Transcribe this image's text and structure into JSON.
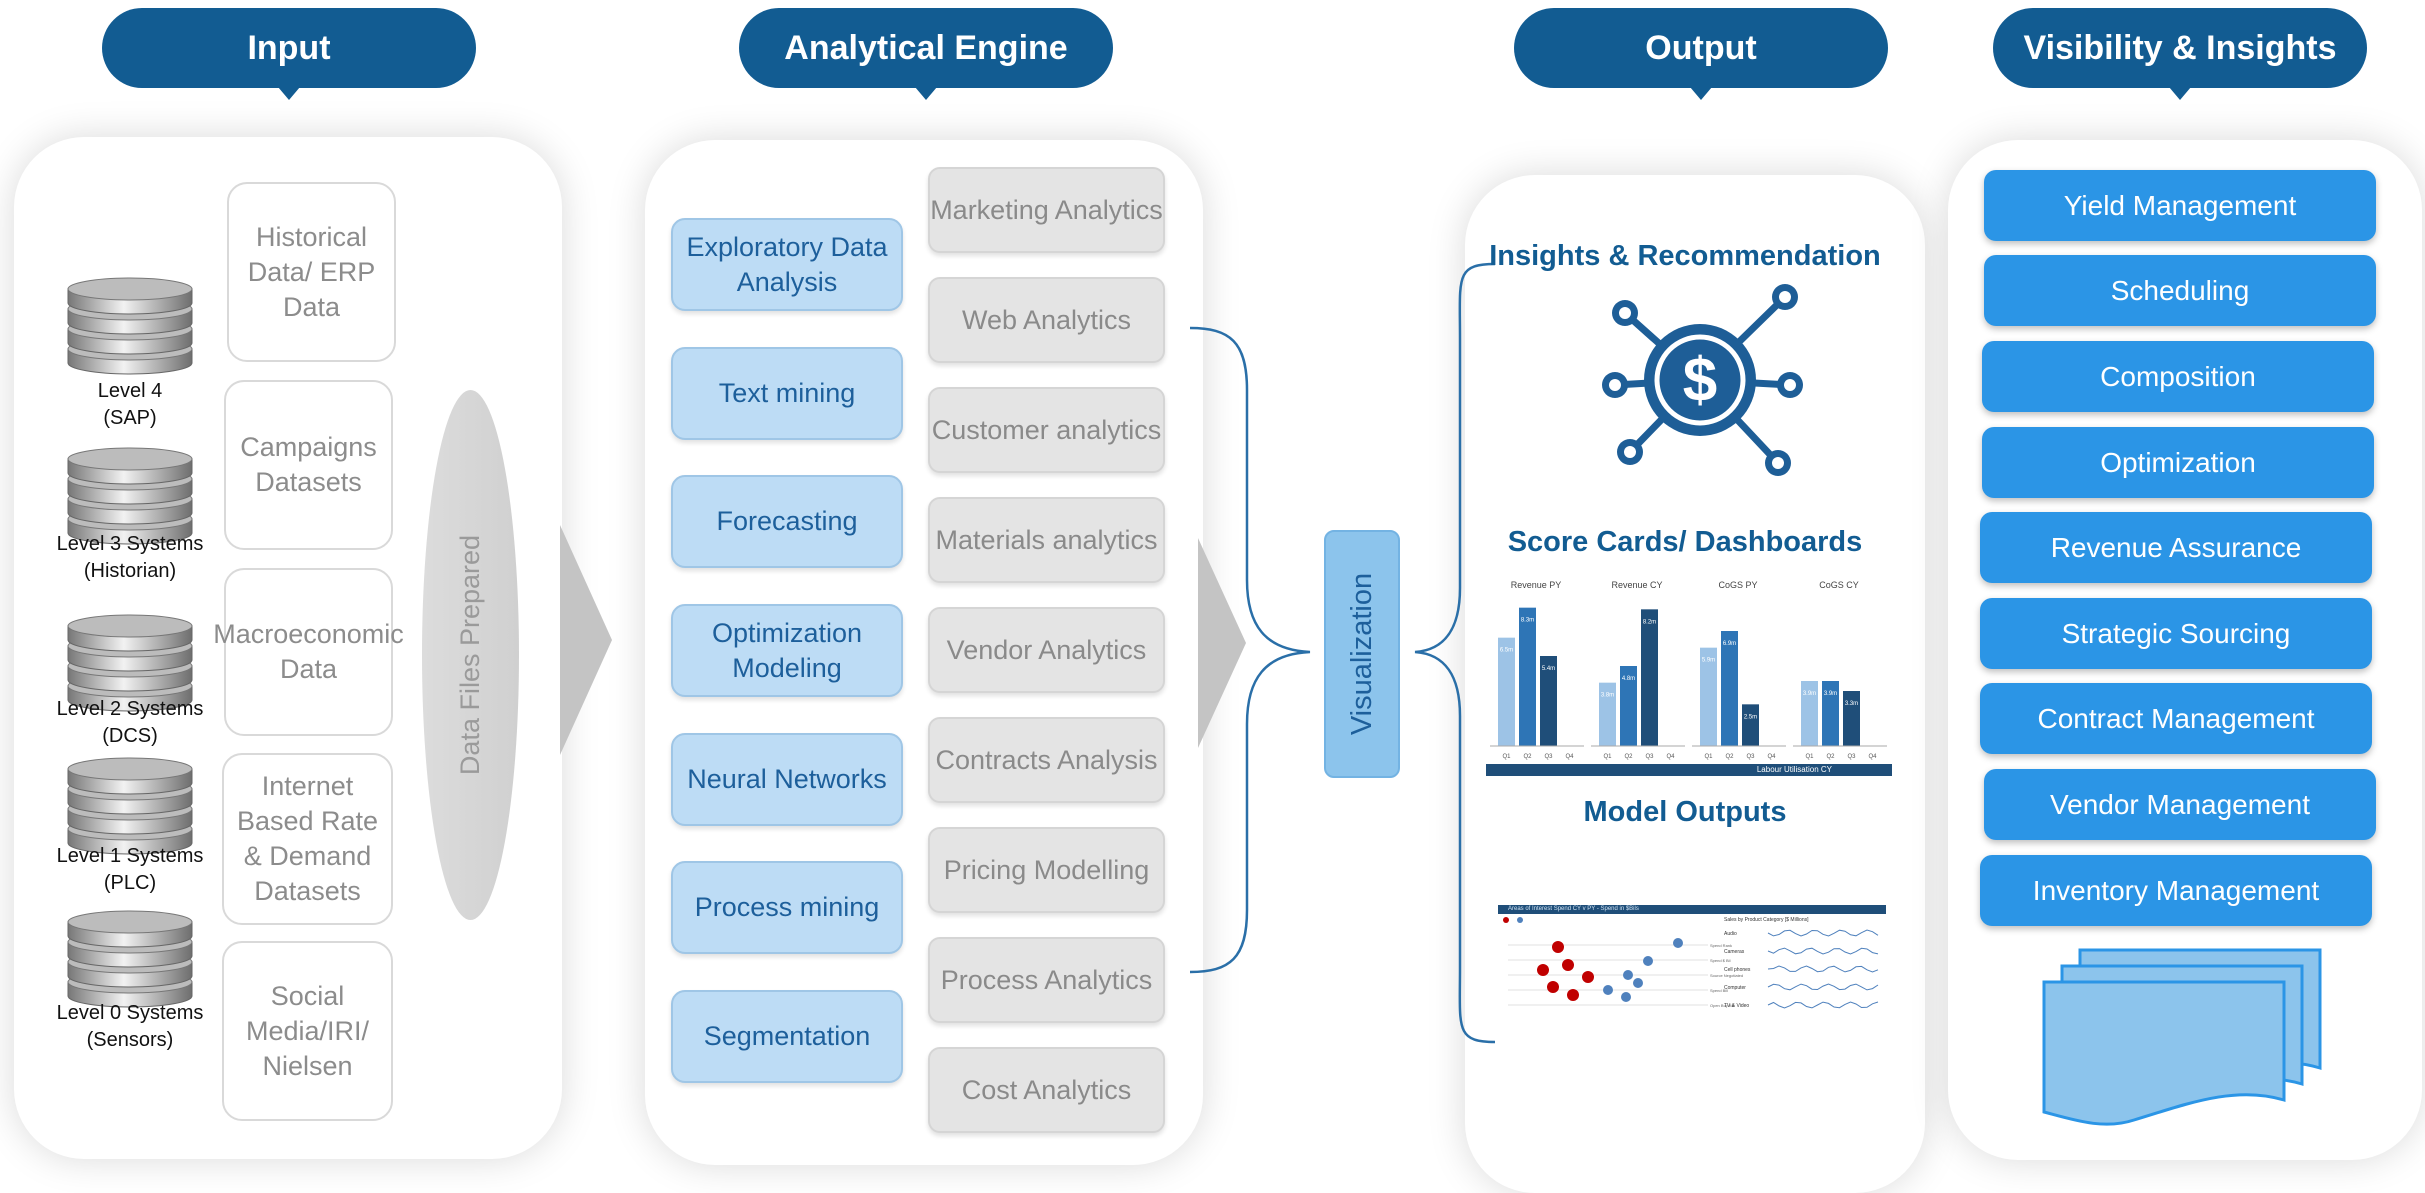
{
  "headers": {
    "input": "Input",
    "engine": "Analytical Engine",
    "output": "Output",
    "visibility": "Visibility & Insights"
  },
  "input": {
    "systems": [
      {
        "label": "Level 4\n(SAP)"
      },
      {
        "label": "Level 3 Systems\n(Historian)"
      },
      {
        "label": "Level 2 Systems\n(DCS)"
      },
      {
        "label": "Level 1 Systems\n(PLC)"
      },
      {
        "label": "Level 0 Systems\n(Sensors)"
      }
    ],
    "sources": [
      "Historical Data/ ERP Data",
      "Campaigns Datasets",
      "Macroeconomic Data",
      "Internet Based Rate & Demand Datasets",
      "Social Media/IRI/ Nielsen"
    ],
    "data_files_label": "Data Files Prepared"
  },
  "engine": {
    "techniques": [
      "Exploratory Data Analysis",
      "Text mining",
      "Forecasting",
      "Optimization Modeling",
      "Neural Networks",
      "Process mining",
      "Segmentation"
    ],
    "analytics": [
      "Marketing Analytics",
      "Web Analytics",
      "Customer analytics",
      "Materials analytics",
      "Vendor Analytics",
      "Contracts Analysis",
      "Pricing Modelling",
      "Process Analytics",
      "Cost  Analytics"
    ]
  },
  "visualization_label": "Visualization",
  "output": {
    "insights_title": "Insights & Recommendation",
    "scorecards_title": "Score Cards/ Dashboards",
    "model_outputs_title": "Model Outputs",
    "mini_charts": [
      {
        "title": "Revenue PY",
        "labels": [
          "6.5m",
          "8.3m",
          "5.4m",
          ""
        ],
        "values": [
          6.5,
          8.3,
          5.4,
          0
        ]
      },
      {
        "title": "Revenue CY",
        "labels": [
          "3.8m",
          "4.8m",
          "8.2m",
          ""
        ],
        "values": [
          3.8,
          4.8,
          8.2,
          0
        ]
      },
      {
        "title": "CoGS PY",
        "labels": [
          "5.9m",
          "6.9m",
          "2.5m",
          ""
        ],
        "values": [
          5.9,
          6.9,
          2.5,
          0
        ]
      },
      {
        "title": "CoGS CY",
        "labels": [
          "3.9m",
          "3.9m",
          "3.3m",
          ""
        ],
        "values": [
          3.9,
          3.9,
          3.3,
          0
        ]
      }
    ],
    "quarter_labels": [
      "Q1",
      "Q2",
      "Q3",
      "Q4"
    ],
    "footer_label": "Labour Utilisation CY",
    "model_header": "Areas of Interest Spend CY v PY - Spend in $Bils",
    "model_right_header": "Sales by Product Category [$ Millions]",
    "model_categories": [
      "Audio",
      "Cameras",
      "Cell phones",
      "Computer",
      "TV & Video"
    ],
    "model_row_labels": [
      "Spend Rank",
      "Spend $ Bil",
      "Source Negotiated",
      "Spend Bill",
      "Open Buy Bill"
    ]
  },
  "visibility": {
    "items": [
      "Yield Management",
      "Scheduling",
      "Composition",
      "Optimization",
      "Revenue Assurance",
      "Strategic Sourcing",
      "Contract Management",
      "Vendor Management",
      "Inventory Management"
    ]
  },
  "colors": {
    "header": "#125c92",
    "engine_box": "#bddcf5",
    "vis_box": "#2b95e6",
    "bar_dark": "#1f4e79",
    "bar_mid": "#2e75b6",
    "bar_light": "#9dc3e6"
  }
}
